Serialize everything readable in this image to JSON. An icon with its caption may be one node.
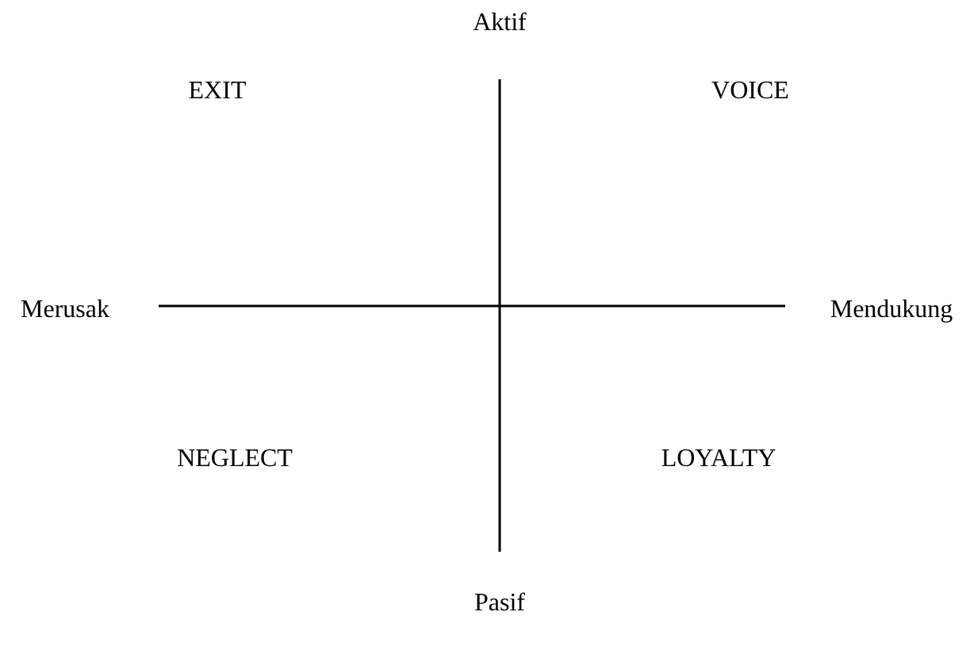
{
  "diagram": {
    "labels": [
      "Aktif",
      "EXIT",
      "VOICE",
      "Merusak",
      "Mendukung",
      "NEGLECT",
      "LOYALTY",
      "Pasif"
    ]
  }
}
